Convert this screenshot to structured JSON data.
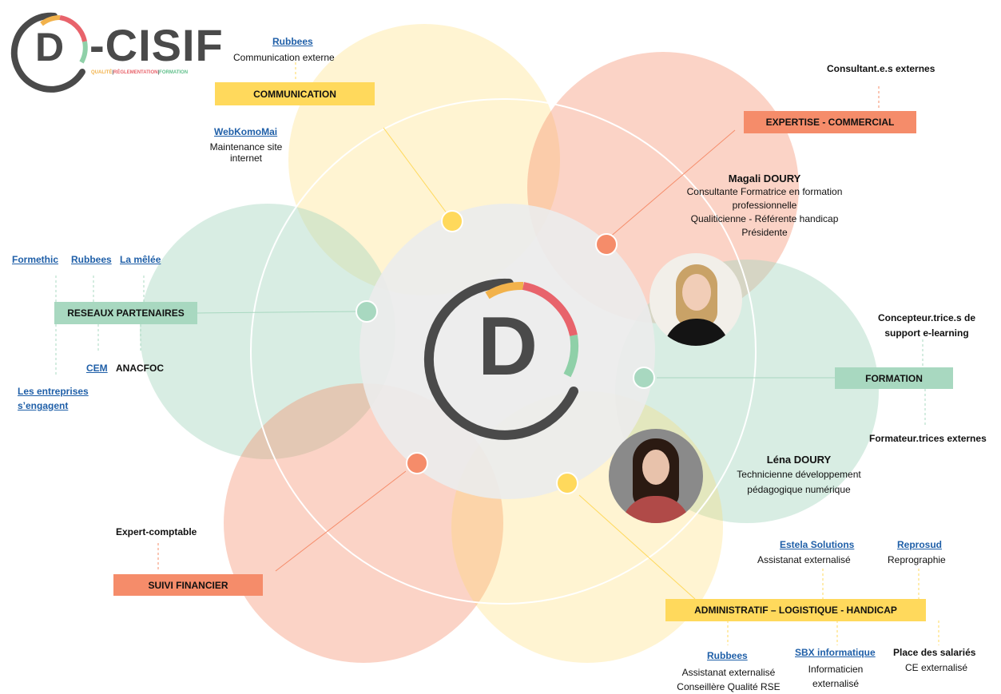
{
  "logo": {
    "name": "-CISIF",
    "letter": "D",
    "tagline_1": "QUALITÉ",
    "tagline_2": "RÉGLEMENTATION",
    "tagline_3": "FORMATION"
  },
  "center": {
    "letter": "D"
  },
  "communication": {
    "label": "COMMUNICATION",
    "partner1_name": "Rubbees",
    "partner1_role": "Communication externe",
    "partner2_name": "WebKomoMai",
    "partner2_role_1": "Maintenance site",
    "partner2_role_2": "internet"
  },
  "expertise": {
    "label": "EXPERTISE - COMMERCIAL",
    "external": "Consultant.e.s externes",
    "person_name": "Magali DOURY",
    "person_line1": "Consultante Formatrice en formation",
    "person_line2": "professionnelle",
    "person_line3": "Qualiticienne - Référente handicap",
    "person_line4": "Présidente"
  },
  "reseaux": {
    "label": "RESEAUX PARTENAIRES",
    "p1": "Formethic",
    "p2": "Rubbees",
    "p3": "La mêlée",
    "p4": "CEM",
    "p5": "ANACFOC",
    "p6_1": "Les entreprises",
    "p6_2": "s’engagent"
  },
  "formation": {
    "label": "FORMATION",
    "top_1": "Concepteur.trice.s de",
    "top_2": "support e-learning",
    "bottom": "Formateur.trices externes",
    "person_name": "Léna DOURY",
    "person_line1": "Technicienne développement",
    "person_line2": "pédagogique numérique"
  },
  "suivi": {
    "label": "SUIVI FINANCIER",
    "partner": "Expert-comptable"
  },
  "admin": {
    "label": "ADMINISTRATIF – LOGISTIQUE - HANDICAP",
    "p1_name": "Estela Solutions",
    "p1_role": "Assistanat externalisé",
    "p2_name": "Reprosud",
    "p2_role": "Reprographie",
    "p3_name": "Rubbees",
    "p3_role_1": "Assistanat externalisé",
    "p3_role_2": "Conseillère Qualité RSE",
    "p4_name": "SBX informatique",
    "p4_role_1": "Informaticien",
    "p4_role_2": "externalisé",
    "p5_name": "Place des salariés",
    "p5_role": "CE externalisé"
  },
  "colors": {
    "yellow": "#ffd95c",
    "orange": "#f58c6a",
    "green": "#a8d8c0",
    "link": "#1f5fa8",
    "logo_grey": "#4a4a4a"
  }
}
